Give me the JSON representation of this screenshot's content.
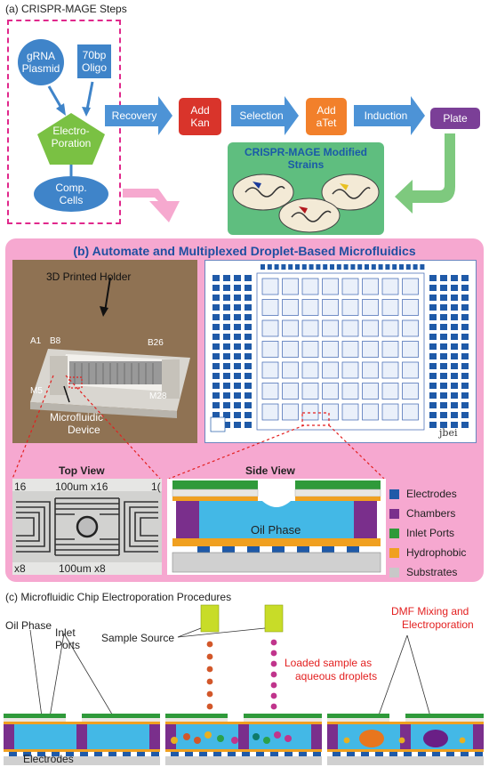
{
  "panel_a": {
    "title": "(a) CRISPR-MAGE Steps",
    "grna_line1": "gRNA",
    "grna_line2": "Plasmid",
    "oligo_line1": "70bp",
    "oligo_line2": "Oligo",
    "electro_line1": "Electro-",
    "electro_line2": "Poration",
    "comp_line1": "Comp.",
    "comp_line2": "Cells",
    "recovery": "Recovery",
    "add_kan_line1": "Add",
    "add_kan_line2": "Kan",
    "selection": "Selection",
    "add_atet_line1": "Add",
    "add_atet_line2": "aTet",
    "induction": "Induction",
    "plate": "Plate",
    "strains_line1": "CRISPR-MAGE Modified",
    "strains_line2": "Strains"
  },
  "panel_b": {
    "title": "(b) Automate and Multiplexed Droplet-Based Microfluidics",
    "holder_label": "3D Printed Holder",
    "device_line1": "Microfluidic",
    "device_line2": "Device",
    "photo_a1": "A1",
    "photo_b8": "B8",
    "photo_b26": "B26",
    "photo_m5": "M5",
    "photo_m28": "M28",
    "chip_logo": "jbei",
    "top_view": "Top View",
    "side_view": "Side View",
    "micro_16": "16",
    "micro_100x16": "100um x16",
    "micro_1": "1(",
    "micro_x8": "x8",
    "micro_100x8": "100um x8",
    "oil_phase": "Oil Phase",
    "legend": [
      {
        "label": "Electrodes",
        "color": "#1f5aa8"
      },
      {
        "label": "Chambers",
        "color": "#7a2f8c"
      },
      {
        "label": "Inlet Ports",
        "color": "#2f9a3a"
      },
      {
        "label": "Hydrophobic",
        "color": "#f0a020"
      },
      {
        "label": "Substrates",
        "color": "#c8c8c8"
      }
    ]
  },
  "panel_c": {
    "title": "(c) Microfluidic Chip Electroporation Procedures",
    "oil_phase": "Oil Phase",
    "inlet_line1": "Inlet",
    "inlet_line2": "Ports",
    "electrodes": "Electrodes",
    "sample_source": "Sample Source",
    "loaded_line1": "Loaded sample as",
    "loaded_line2": "aqueous droplets",
    "dmf_line1": "DMF Mixing and",
    "dmf_line2": "Electroporation"
  }
}
